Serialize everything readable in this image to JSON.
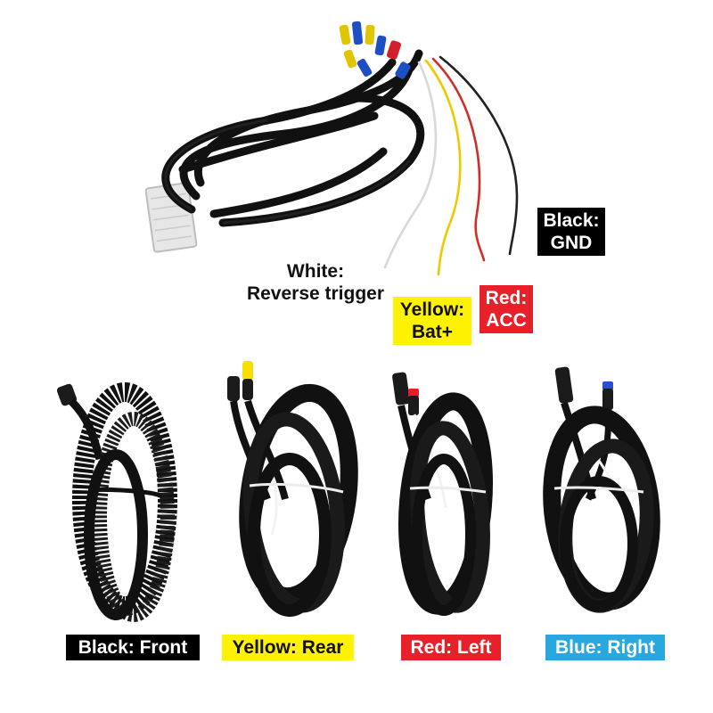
{
  "colors": {
    "black": "#000000",
    "yellow": "#fff200",
    "red": "#e8202a",
    "blue": "#29a8e0",
    "white": "#ffffff",
    "cable": "#111111"
  },
  "harness_labels": {
    "white": {
      "line1": "White:",
      "line2": "Reverse trigger"
    },
    "yellow": {
      "line1": "Yellow:",
      "line2": "Bat+"
    },
    "red": {
      "line1": "Red:",
      "line2": "ACC"
    },
    "black": {
      "line1": "Black:",
      "line2": "GND"
    }
  },
  "camera_labels": {
    "front": "Black: Front",
    "rear": "Yellow: Rear",
    "left": "Red: Left",
    "right": "Blue: Right"
  }
}
